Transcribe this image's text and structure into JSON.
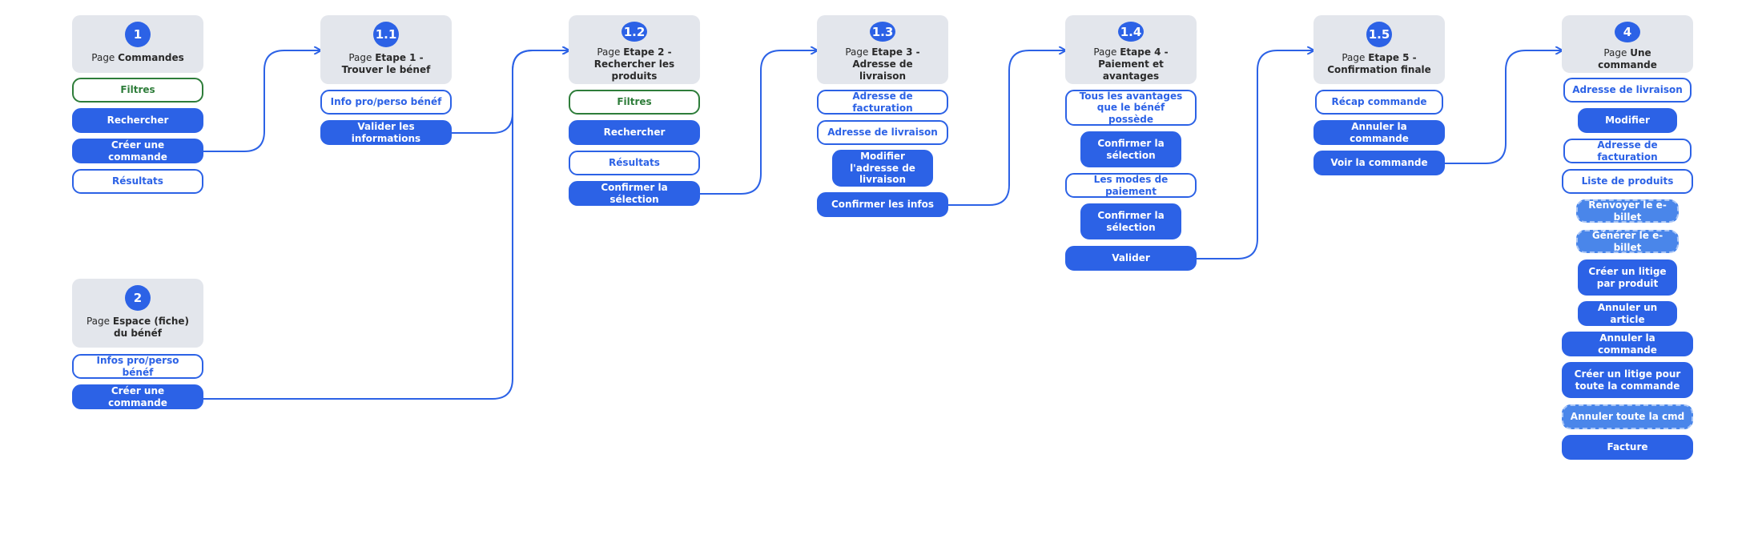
{
  "colors": {
    "primary": "#2c62e6",
    "light": "#4a86ea",
    "header_bg": "#e3e6ec",
    "green": "#2e7d3a"
  },
  "page_prefix": "Page",
  "columns": {
    "c1": {
      "number": "1",
      "title": "Commandes",
      "items": [
        "Filtres",
        "Rechercher",
        "Créer une commande",
        "Résultats"
      ]
    },
    "c2": {
      "number": "2",
      "title": "Espace (fiche) du bénéf",
      "items": [
        "Infos pro/perso bénéf",
        "Créer une commande"
      ]
    },
    "c11": {
      "number": "1.1",
      "title": "Etape 1 - Trouver le bénef",
      "items": [
        "Info pro/perso bénéf",
        "Valider les informations"
      ]
    },
    "c12": {
      "number": "1.2",
      "title": "Etape 2 - Rechercher les produits",
      "items": [
        "Filtres",
        "Rechercher",
        "Résultats",
        "Confirmer la sélection"
      ]
    },
    "c13": {
      "number": "1.3",
      "title": "Etape 3 - Adresse de livraison",
      "items": [
        "Adresse de facturation",
        "Adresse de livraison",
        "Modifier l'adresse de livraison",
        "Confirmer les infos"
      ]
    },
    "c14": {
      "number": "1.4",
      "title": "Etape 4 - Paiement et avantages",
      "items": [
        "Tous les avantages que le bénéf possède",
        "Confirmer la sélection",
        "Les modes de paiement",
        "Confirmer la sélection",
        "Valider"
      ]
    },
    "c15": {
      "number": "1.5",
      "title": "Etape 5 - Confirmation finale",
      "items": [
        "Récap commande",
        "Annuler la commande",
        "Voir la commande"
      ]
    },
    "c4": {
      "number": "4",
      "title": "Une commande",
      "items": [
        "Adresse de livraison",
        "Modifier",
        "Adresse de facturation",
        "Liste de produits",
        "Renvoyer le e-billet",
        "Générer le e-billet",
        "Créer un litige par produit",
        "Annuler un article",
        "Annuler la commande",
        "Créer un litige pour toute la commande",
        "Annuler toute la cmd",
        "Facture"
      ]
    }
  }
}
